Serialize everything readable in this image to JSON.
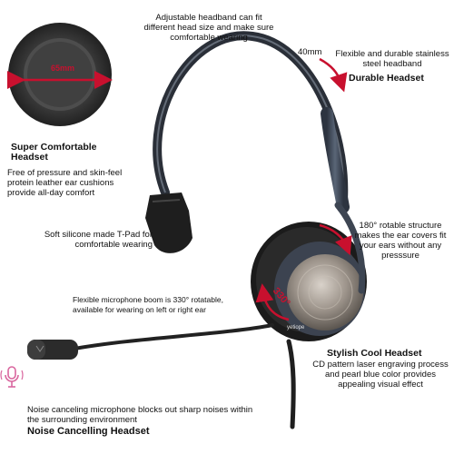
{
  "headband": {
    "text": "Adjustable headband can fit different head size and make sure comfortable wearing"
  },
  "durable": {
    "size": "40mm",
    "desc": "Flexible and durable stainless steel headband",
    "title": "Durable Headset"
  },
  "cushion": {
    "size": "65mm",
    "title": "Super Comfortable Headset",
    "desc": "Free of pressure and skin-feel protein leather ear cushions provide all-day comfort"
  },
  "tpad": {
    "text": "Soft silicone made T-Pad for comfortable wearing"
  },
  "rotate": {
    "text": "180° rotable structure makes the ear covers fit your ears without any presssure"
  },
  "boom": {
    "text": "Flexible microphone boom is 330° rotatable, available for wearing on left or right ear",
    "angle": "330°"
  },
  "stylish": {
    "title": "Stylish Cool Headset",
    "desc": "CD pattern laser engraving process and pearl blue color provides appealing visual effect"
  },
  "brand": {
    "name": "yetiope"
  },
  "noise": {
    "desc": "Noise canceling microphone blocks out sharp noises within the surrounding environment",
    "title": "Noise Cancelling Headset"
  },
  "icons": {
    "mic": "microphone-icon"
  },
  "colors": {
    "accent": "#c8102e",
    "metal": "#4a5566",
    "cushion": "#1b1b1b",
    "mic_icon": "#d9669e"
  }
}
